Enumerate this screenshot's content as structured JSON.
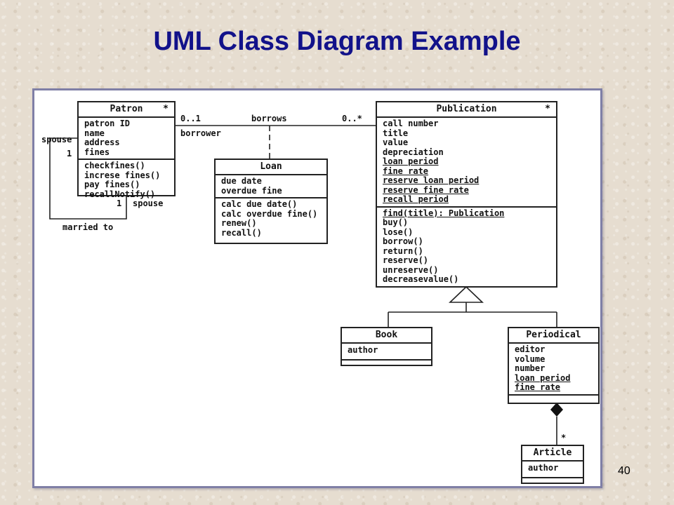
{
  "title": "UML Class Diagram Example",
  "page_number": "40",
  "classes": {
    "patron": {
      "name": "Patron",
      "multiplicity": "*",
      "attributes": [
        {
          "text": "patron ID",
          "underline": false
        },
        {
          "text": "name",
          "underline": false
        },
        {
          "text": "address",
          "underline": false
        },
        {
          "text": "fines",
          "underline": false
        }
      ],
      "operations": [
        {
          "text": "checkfines()",
          "underline": false
        },
        {
          "text": "increse fines()",
          "underline": false
        },
        {
          "text": "pay fines()",
          "underline": false
        },
        {
          "text": "recallNotify()",
          "underline": false
        }
      ]
    },
    "loan": {
      "name": "Loan",
      "attributes": [
        {
          "text": "due date",
          "underline": false
        },
        {
          "text": "overdue fine",
          "underline": false
        }
      ],
      "operations": [
        {
          "text": "calc due date()",
          "underline": false
        },
        {
          "text": "calc overdue fine()",
          "underline": false
        },
        {
          "text": "renew()",
          "underline": false
        },
        {
          "text": "recall()",
          "underline": false
        }
      ]
    },
    "publication": {
      "name": "Publication",
      "multiplicity": "*",
      "attributes": [
        {
          "text": "call number",
          "underline": false
        },
        {
          "text": "title",
          "underline": false
        },
        {
          "text": "value",
          "underline": false
        },
        {
          "text": "depreciation",
          "underline": false
        },
        {
          "text": "loan period",
          "underline": true
        },
        {
          "text": "fine rate",
          "underline": true
        },
        {
          "text": "reserve loan period",
          "underline": true
        },
        {
          "text": "reserve fine rate",
          "underline": true
        },
        {
          "text": "recall period",
          "underline": true
        }
      ],
      "operations": [
        {
          "text": "find(title): Publication",
          "underline": true
        },
        {
          "text": "buy()",
          "underline": false
        },
        {
          "text": "lose()",
          "underline": false
        },
        {
          "text": "borrow()",
          "underline": false
        },
        {
          "text": "return()",
          "underline": false
        },
        {
          "text": "reserve()",
          "underline": false
        },
        {
          "text": "unreserve()",
          "underline": false
        },
        {
          "text": "decreasevalue()",
          "underline": false
        }
      ]
    },
    "book": {
      "name": "Book",
      "attributes": [
        {
          "text": "author",
          "underline": false
        }
      ],
      "operations": []
    },
    "periodical": {
      "name": "Periodical",
      "attributes": [
        {
          "text": "editor",
          "underline": false
        },
        {
          "text": "volume",
          "underline": false
        },
        {
          "text": "number",
          "underline": false
        },
        {
          "text": "loan period",
          "underline": true
        },
        {
          "text": "fine rate",
          "underline": true
        }
      ],
      "operations": []
    },
    "article": {
      "name": "Article",
      "attributes": [
        {
          "text": "author",
          "underline": false
        }
      ],
      "operations": []
    }
  },
  "labels": {
    "patron_mult": "0..1",
    "borrows": "borrows",
    "publication_mult": "0..*",
    "borrower": "borrower",
    "spouse_left": "spouse",
    "one_left": "1",
    "one_bottom": "1",
    "spouse_bottom": "spouse",
    "married_to": "married to",
    "article_mult": "*"
  }
}
